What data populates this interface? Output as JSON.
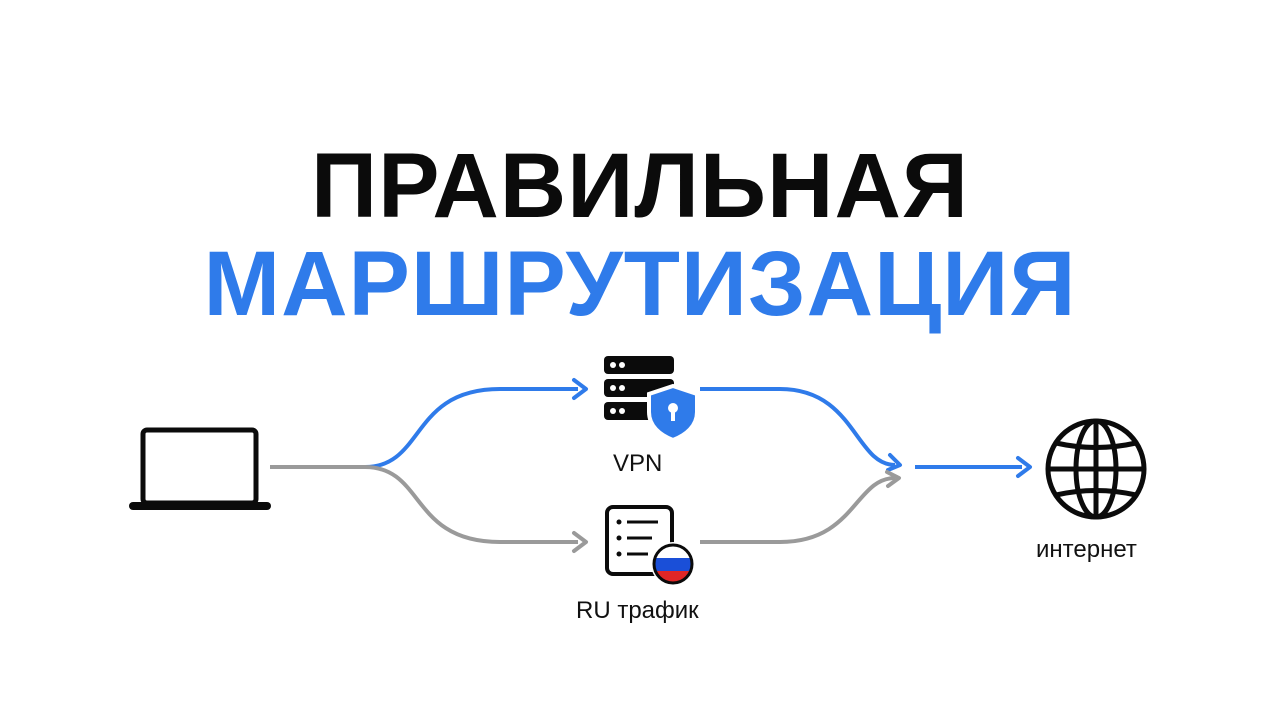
{
  "title": {
    "line1": "ПРАВИЛЬНАЯ",
    "line2": "МАРШРУТИЗАЦИЯ"
  },
  "nodes": {
    "vpn": "VPN",
    "ru_traffic": "RU трафик",
    "internet": "интернет"
  },
  "icons": {
    "device": "laptop-icon",
    "vpn": "server-shield-icon",
    "ru": "list-flag-icon",
    "internet": "globe-icon"
  },
  "colors": {
    "title_line1": "#0b0b0b",
    "title_line2": "#2f7bea",
    "vpn_route": "#2f7bea",
    "ru_route": "#9a9a9a",
    "flag_white": "#ffffff",
    "flag_blue": "#1a4fd8",
    "flag_red": "#e02626"
  }
}
